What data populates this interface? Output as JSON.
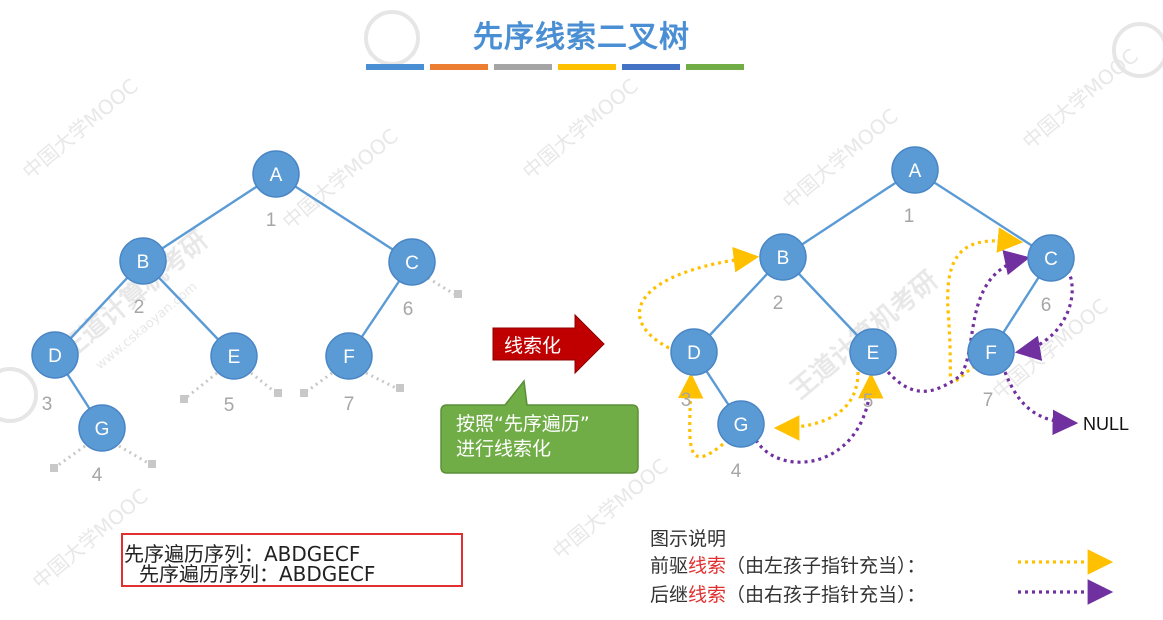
{
  "title": "先序线索二叉树",
  "title_bar_colors": [
    "#4a8fd3",
    "#ed7d31",
    "#a5a5a5",
    "#ffc000",
    "#4472c4",
    "#70ad47"
  ],
  "left_tree": {
    "nodes": [
      "A",
      "B",
      "C",
      "D",
      "E",
      "F",
      "G"
    ],
    "indices": [
      "1",
      "2",
      "6",
      "3",
      "5",
      "7",
      "4"
    ]
  },
  "right_tree": {
    "nodes": [
      "A",
      "B",
      "C",
      "D",
      "E",
      "F",
      "G"
    ],
    "indices": [
      "1",
      "2",
      "6",
      "3",
      "5",
      "7",
      "4"
    ],
    "null_label": "NULL"
  },
  "thread_arrow_label": "线索化",
  "callout": {
    "line1": "按照“先序遍历”",
    "line2": "进行线索化"
  },
  "preorder_line1": "先序遍历序列：ABDGECF",
  "preorder_line2": "先序遍历序列：ABDGECF",
  "legend": {
    "heading": "图示说明",
    "pred_prefix": "前驱",
    "pred_red": "线索",
    "pred_suffix": "（由左孩子指针充当）：",
    "succ_prefix": "后继",
    "succ_red": "线索",
    "succ_suffix": "（由右孩子指针充当）："
  },
  "colors": {
    "node_fill": "#5b9bd5",
    "pred_thread": "#ffc000",
    "succ_thread": "#7030a0",
    "arrow_fill": "#c00000",
    "callout_fill": "#70ad47"
  },
  "watermarks": [
    "中国大学MOOC",
    "王道计算机考研",
    "www.cskaoyan.com"
  ]
}
